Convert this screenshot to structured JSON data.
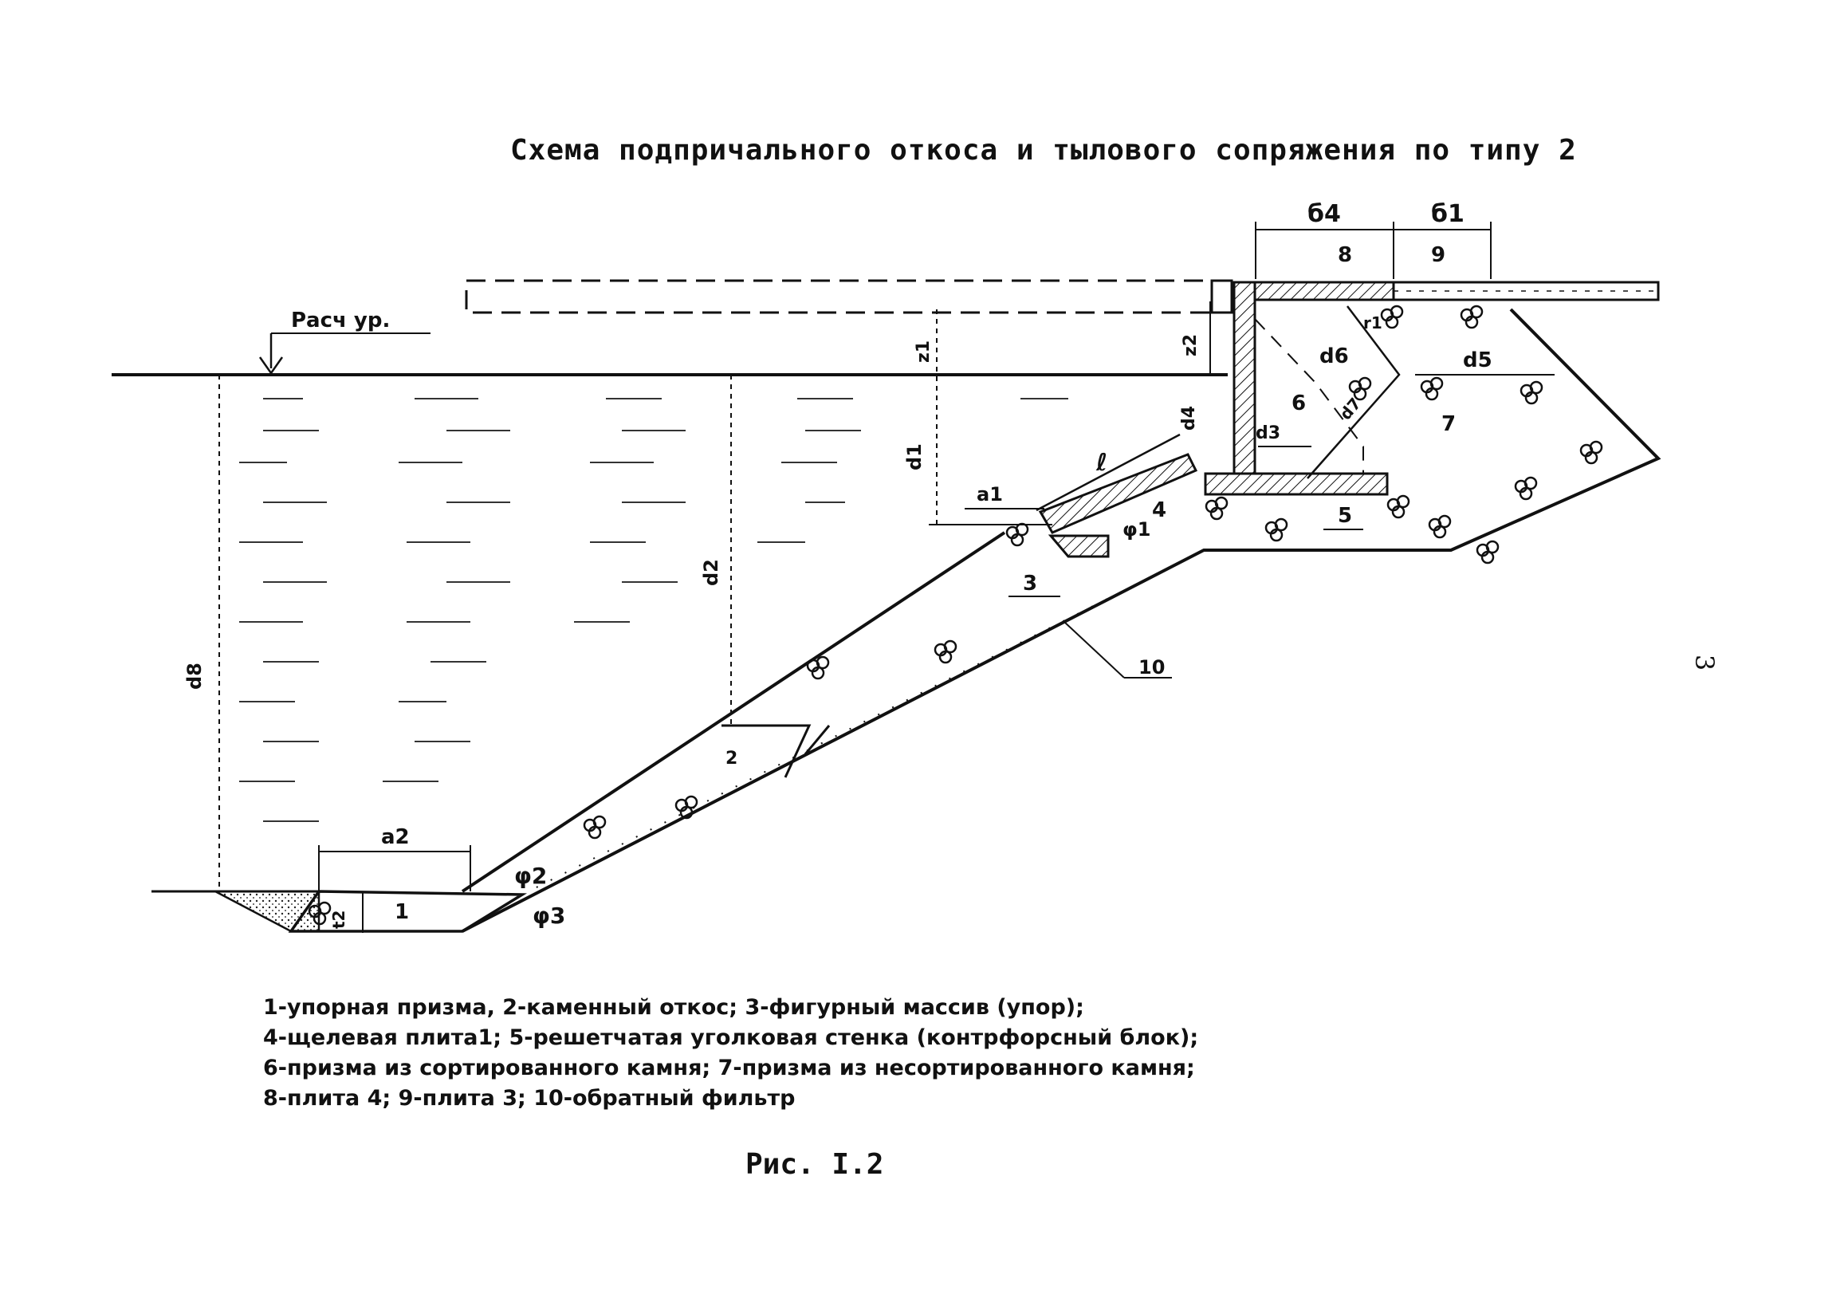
{
  "title": "Схема подпричального откоса и тылового сопряжения по типу 2",
  "water_level_label": "Расч ур.",
  "dimensions": {
    "d8": "d8",
    "d2": "d2",
    "d1": "d1",
    "d3": "d3",
    "d4": "d4",
    "d5": "d5",
    "d6": "d6",
    "d7": "d7",
    "a1": "a1",
    "a2": "a2",
    "b4": "б4",
    "b1": "б1",
    "z1": "z1",
    "z2": "z2",
    "t": "t2",
    "r": "r1",
    "l": "ℓ"
  },
  "angles": {
    "phi1": "φ1",
    "phi2": "φ2",
    "phi3": "φ3"
  },
  "callouts": [
    "1",
    "2",
    "3",
    "4",
    "5",
    "6",
    "7",
    "8",
    "9",
    "10"
  ],
  "legend": {
    "line1": "1-упорная призма,   2-каменный откос;   3-фигурный массив (упор);",
    "line2": "4-щелевая плита1; 5-решетчатая уголковая стенка (контрфорсный блок);",
    "line3": "6-призма из сортированного камня; 7-призма из несортированного камня;",
    "line4": "8-плита 4;  9-плита 3;  10-обратный фильтр"
  },
  "caption": "Рис. I.2",
  "page_number": "3"
}
